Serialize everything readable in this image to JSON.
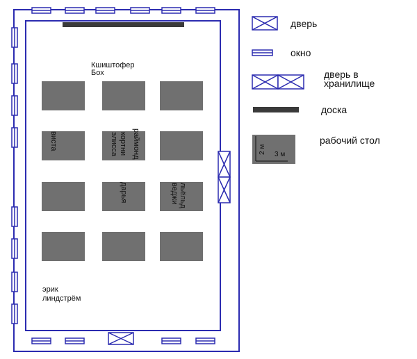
{
  "legend": {
    "door": "дверь",
    "window": "окно",
    "storage_door": "дверь в хранилище",
    "board": "доска",
    "desk": "рабочий стол",
    "desk_height_dim": "2 м",
    "desk_width_dim": "3 м"
  },
  "people": {
    "teacher": "Кшиштофер Бох",
    "vista": "виста",
    "kortni": "кортни",
    "elissa": "элисса",
    "raymond": "раймонд",
    "darya": "дарья",
    "lyoldy": "льёльд",
    "vedzhi": "веджи",
    "erik": "эрик линдстрём"
  },
  "colors": {
    "wall": "#2b2bb0",
    "desk": "#707070",
    "board": "#3a3a3a"
  }
}
